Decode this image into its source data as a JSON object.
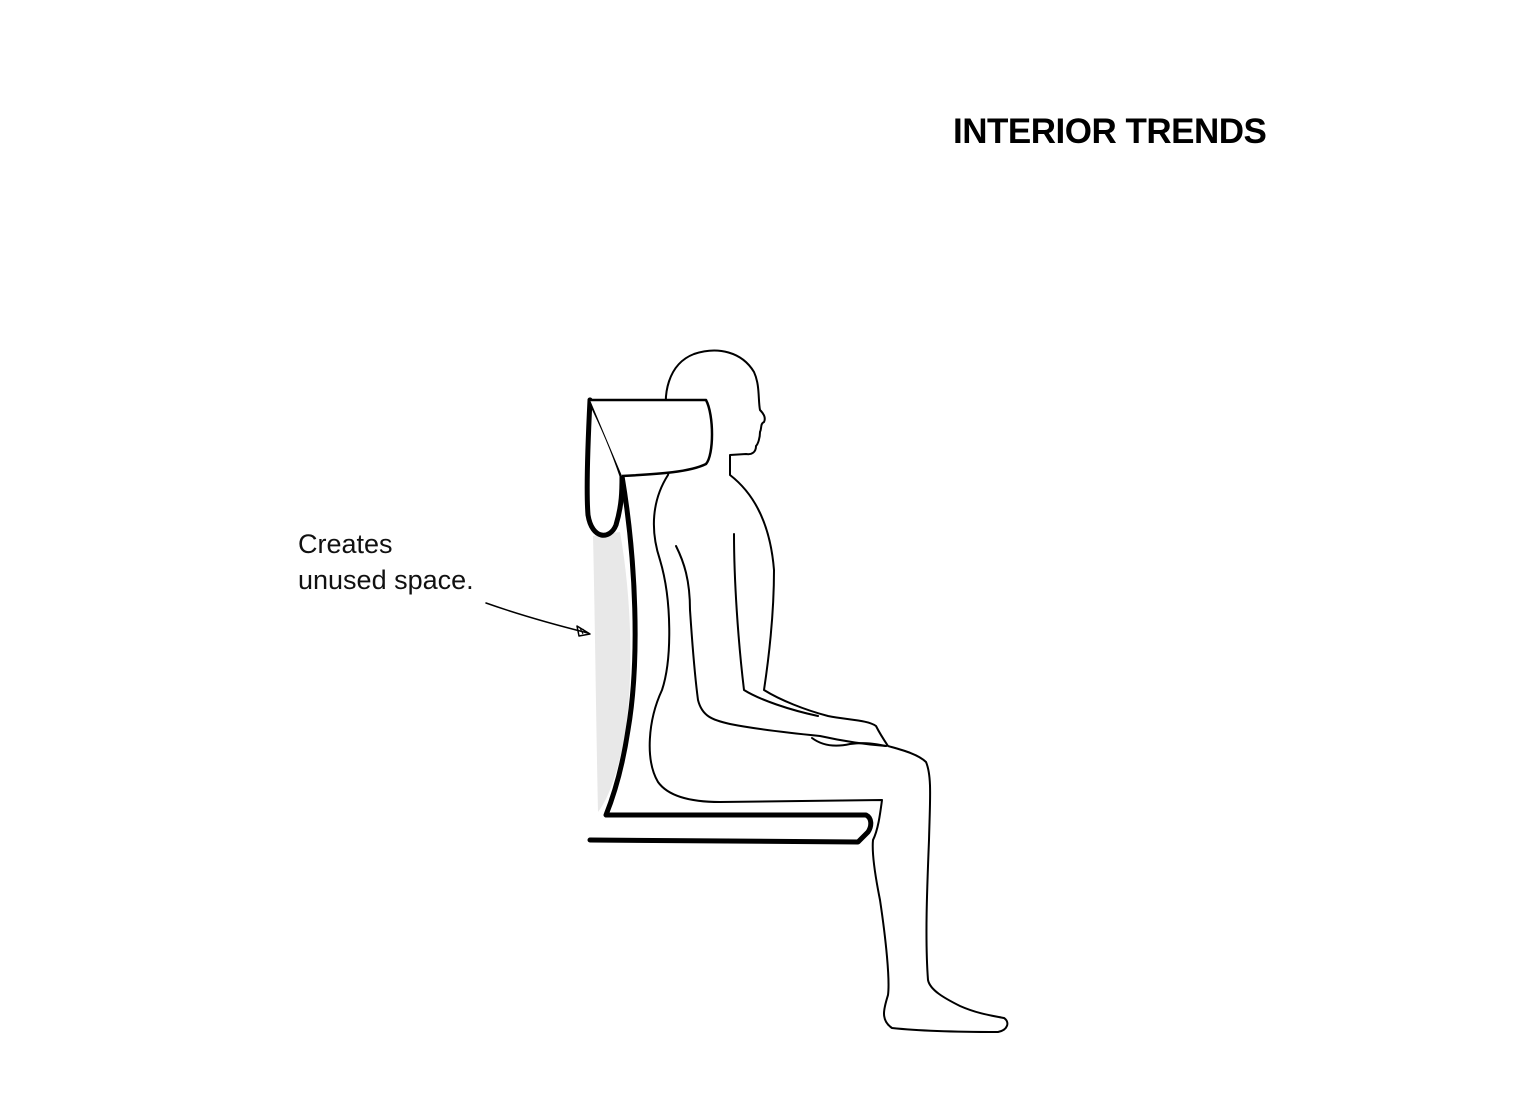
{
  "title": "INTERIOR TRENDS",
  "annotation": {
    "line1": "Creates",
    "line2": "unused space."
  },
  "colors": {
    "stroke": "#000000",
    "unused_space_fill": "#e8e8e8",
    "background": "#ffffff"
  },
  "figure": {
    "subject": "seated-person-in-seat-with-headrest",
    "highlight": "unused-space-behind-backrest"
  }
}
